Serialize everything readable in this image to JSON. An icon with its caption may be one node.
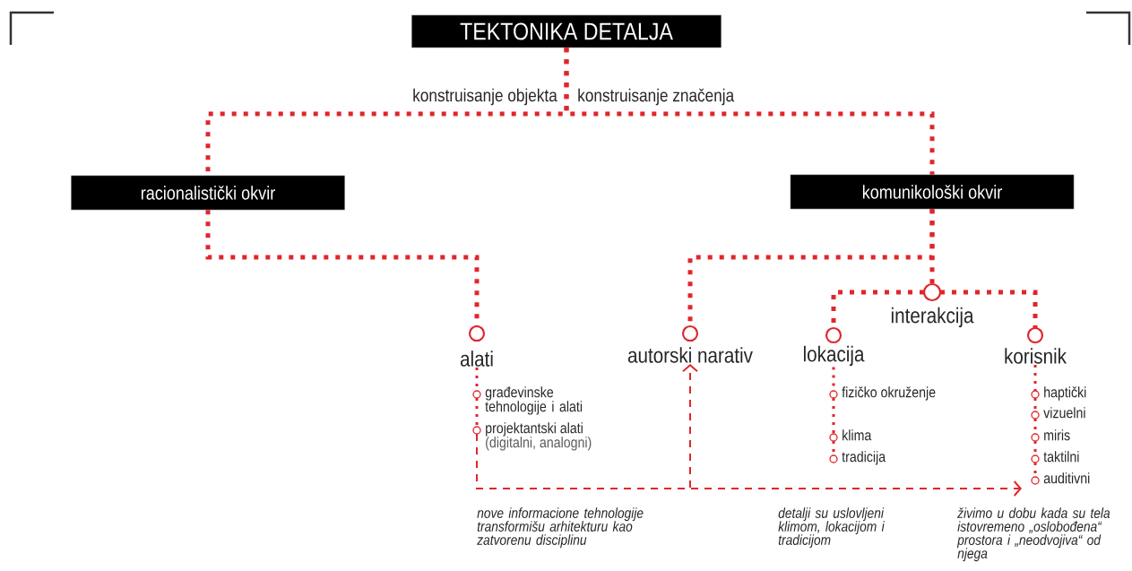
{
  "diagram": {
    "nodes": [
      {
        "text": [
          "TEKTONIKA DETALJA"
        ]
      },
      {
        "text": [
          "racionalistički okvir"
        ]
      },
      {
        "text": [
          "komunikološki okvir"
        ]
      },
      {
        "text": [
          "alati"
        ]
      },
      {
        "text": [
          "autorski narativ"
        ]
      },
      {
        "text": [
          "interakcija"
        ]
      },
      {
        "text": [
          "lokacija"
        ]
      },
      {
        "text": [
          "korisnik"
        ]
      },
      {
        "text": [
          "građevinske tehnologije i alati"
        ]
      },
      {
        "text": [
          "projektantski alati",
          "(digitalni, analogni)"
        ]
      },
      {
        "text": [
          "fizičko okruženje"
        ]
      },
      {
        "text": [
          "klima"
        ]
      },
      {
        "text": [
          "tradicija"
        ]
      },
      {
        "text": [
          "haptički"
        ]
      },
      {
        "text": [
          "vizuelni"
        ]
      },
      {
        "text": [
          "miris"
        ]
      },
      {
        "text": [
          "taktilni"
        ]
      },
      {
        "text": [
          "auditivni"
        ]
      }
    ],
    "edges": [
      {
        "from": 0,
        "to": 1,
        "arrow": "none",
        "label": "konstruisanje objekta"
      },
      {
        "from": 0,
        "to": 2,
        "arrow": "none",
        "label": "konstruisanje značenja"
      },
      {
        "from": 1,
        "to": 3,
        "arrow": "none"
      },
      {
        "from": 2,
        "to": 4,
        "arrow": "none"
      },
      {
        "from": 2,
        "to": 5,
        "arrow": "none"
      },
      {
        "from": 5,
        "to": 6,
        "arrow": "none"
      },
      {
        "from": 5,
        "to": 7,
        "arrow": "none"
      },
      {
        "from": 3,
        "to": 8,
        "arrow": "none"
      },
      {
        "from": 8,
        "to": 9,
        "arrow": "none"
      },
      {
        "from": 6,
        "to": 10,
        "arrow": "none"
      },
      {
        "from": 10,
        "to": 11,
        "arrow": "none"
      },
      {
        "from": 11,
        "to": 12,
        "arrow": "none"
      },
      {
        "from": 7,
        "to": 13,
        "arrow": "none"
      },
      {
        "from": 13,
        "to": 14,
        "arrow": "none"
      },
      {
        "from": 14,
        "to": 15,
        "arrow": "none"
      },
      {
        "from": 15,
        "to": 16,
        "arrow": "none"
      },
      {
        "from": 16,
        "to": 17,
        "arrow": "none"
      },
      {
        "from": 9,
        "to": 4,
        "arrow": "to",
        "style": "dashed"
      },
      {
        "from": 9,
        "to": 17,
        "arrow": "to",
        "style": "dashed"
      }
    ],
    "labels": [
      "nove informacione tehnologije transformišu arhitekturu kao zatvorenu disciplinu",
      "detalji su uslovljeni klimom, lokacijom i tradicijom",
      "živimo u dobu kada su tela istovremeno „oslobođena“ prostora i „neodvojiva“ od njega"
    ]
  }
}
